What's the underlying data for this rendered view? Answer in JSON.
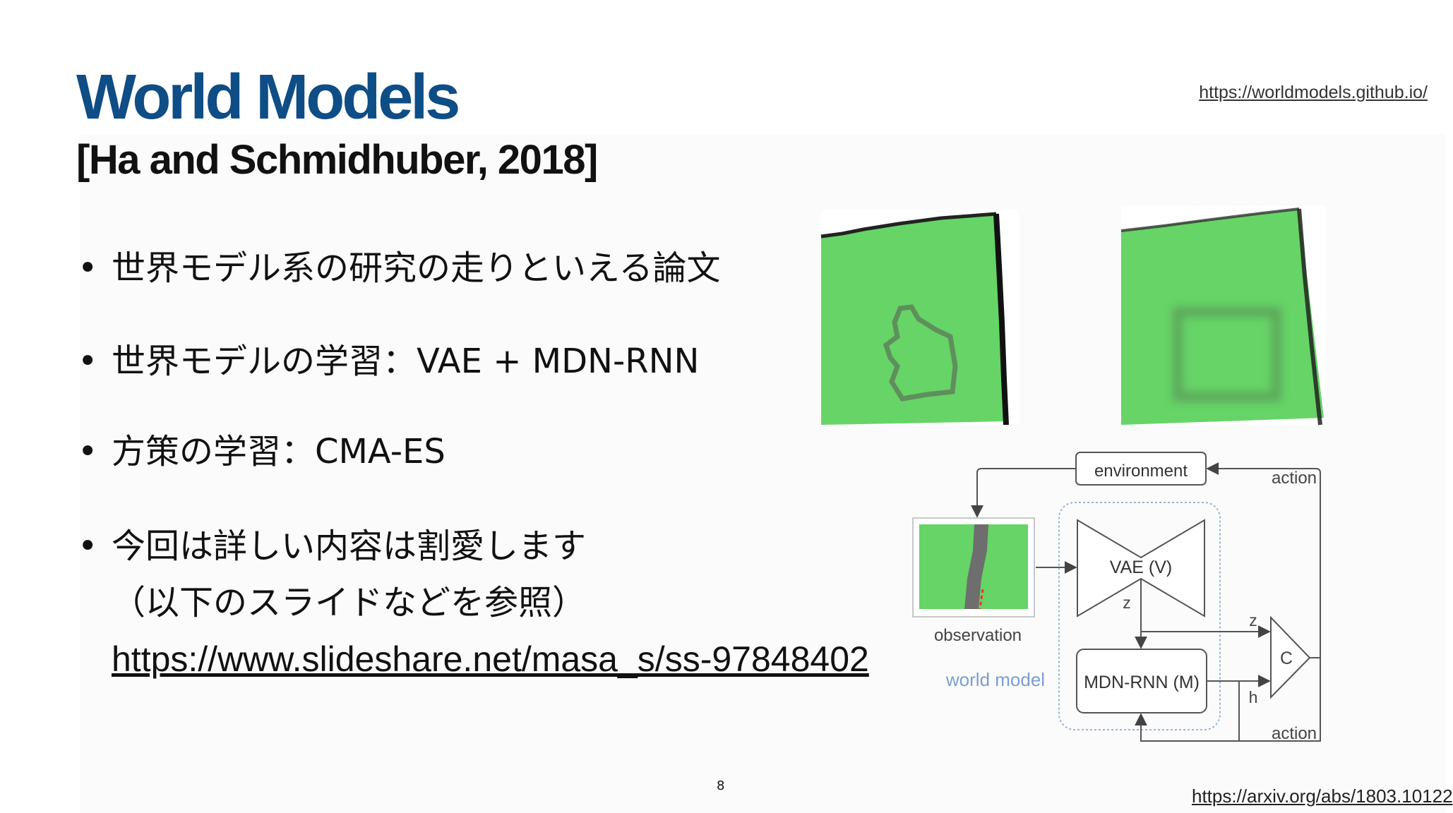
{
  "slide": {
    "title": "World Models",
    "subtitle": "[Ha and Schmidhuber, 2018]",
    "link_top": "https://worldmodels.github.io/",
    "link_bottom": "https://arxiv.org/abs/1803.10122",
    "page_number": "8",
    "bullets": [
      "世界モデル系の研究の走りといえる論文",
      "世界モデルの学習：VAE + MDN-RNN",
      "方策の学習：CMA-ES"
    ],
    "bullet4": {
      "line1": "今回は詳しい内容は割愛します",
      "line2": "（以下のスライドなどを参照）",
      "url": "https://www.slideshare.net/masa_s/ss-97848402"
    }
  },
  "diagram": {
    "environment": "environment",
    "action_top": "action",
    "action_bottom": "action",
    "observation": "observation",
    "world_model": "world model",
    "vae": "VAE (V)",
    "mdn_rnn": "MDN-RNN (M)",
    "controller": "C",
    "z_vae": "z",
    "z_c": "z",
    "h": "h"
  },
  "colors": {
    "title": "#0e4d86",
    "track_green": "#66d466",
    "world_model_label": "#7a9ed4"
  }
}
